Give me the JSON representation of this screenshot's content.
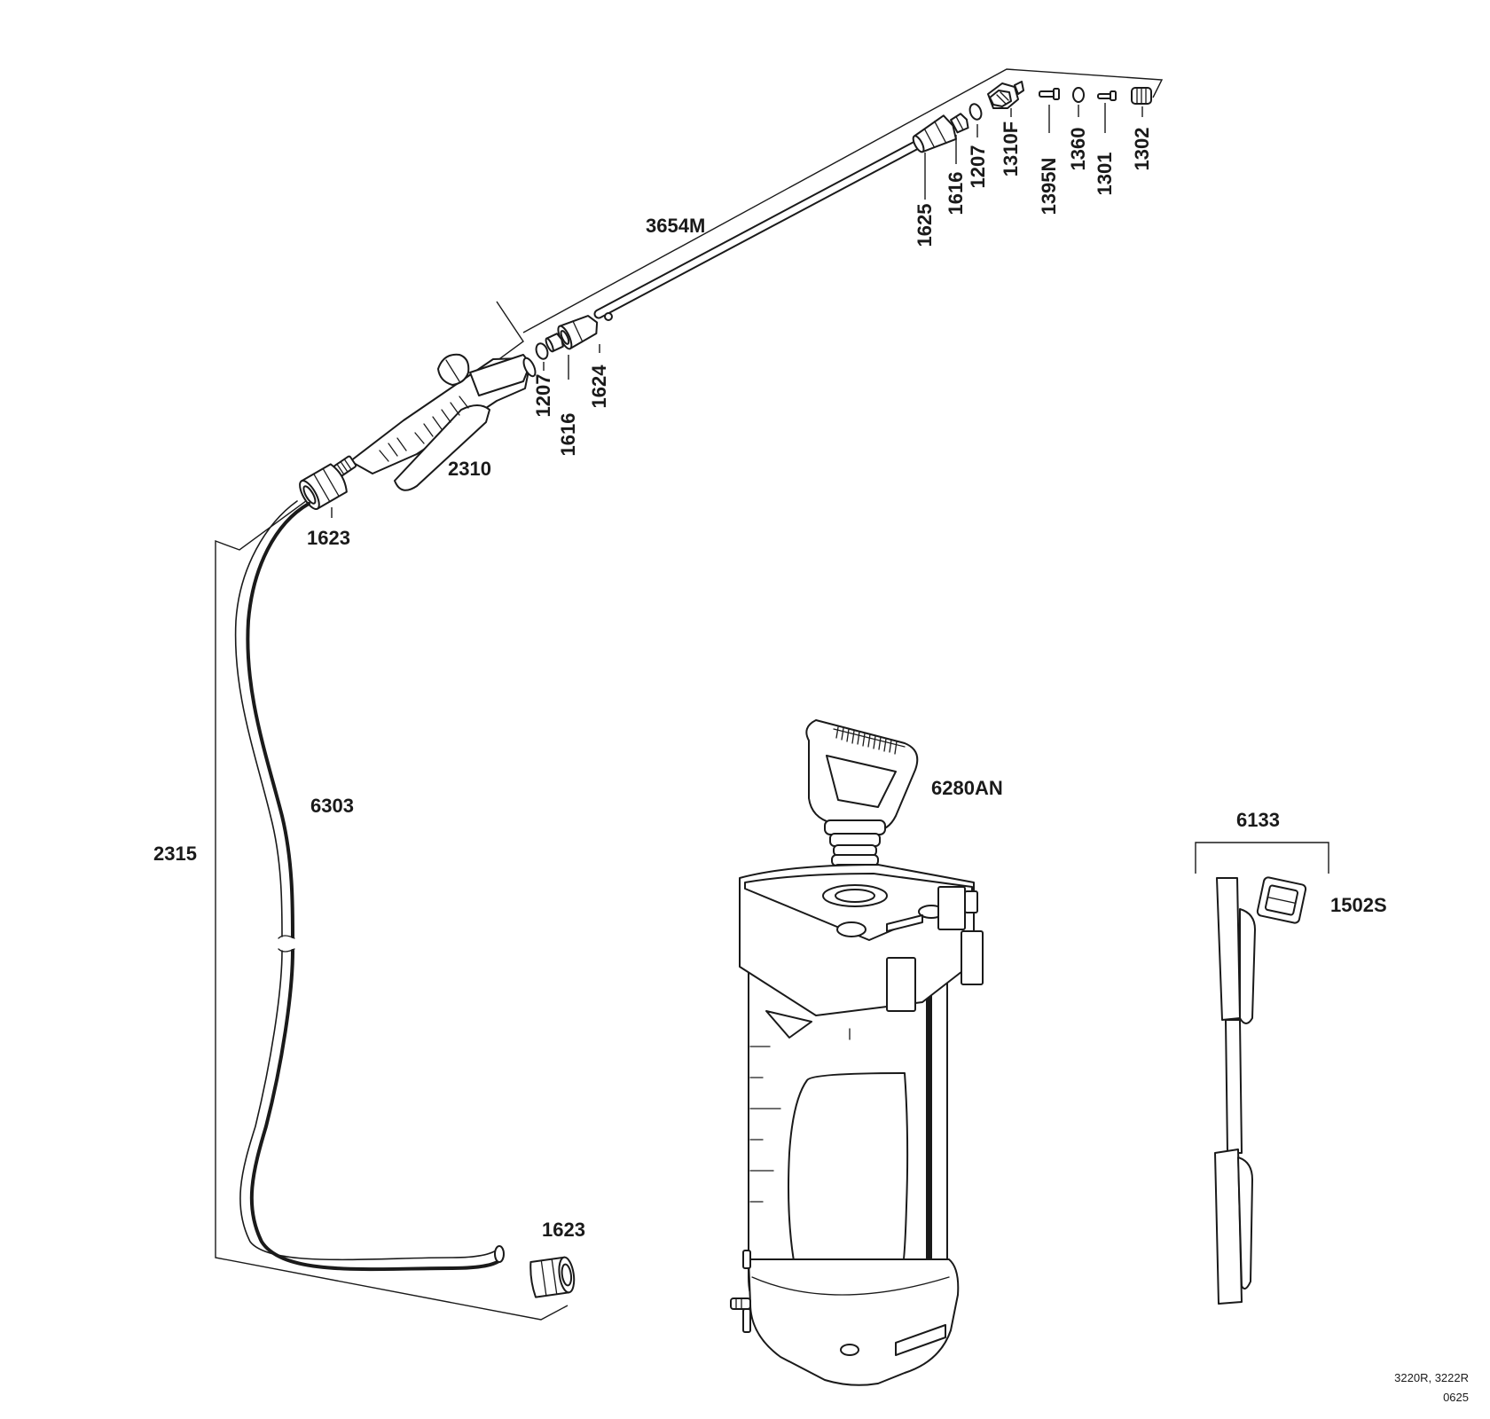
{
  "parts": {
    "lance": "3654M",
    "nozzle_body_end": "1625",
    "washer_top": "1616",
    "oring_top": "1207",
    "nozzle_elbow": "1310F",
    "nozzle_pin": "1395N",
    "nozzle_ring": "1360",
    "nozzle_insert": "1301",
    "nozzle_tip": "1302",
    "oring_mid": "1207",
    "washer_mid": "1616",
    "lance_nut": "1624",
    "trigger_handle": "2310",
    "hose_nut_top": "1623",
    "hose": "6303",
    "hose_assembly": "2315",
    "hose_nut_bottom": "1623",
    "pump_handle": "6280AN",
    "strap_assembly": "6133",
    "strap_buckle": "1502S"
  },
  "footer": {
    "models": "3220R, 3222R",
    "code": "0625"
  }
}
